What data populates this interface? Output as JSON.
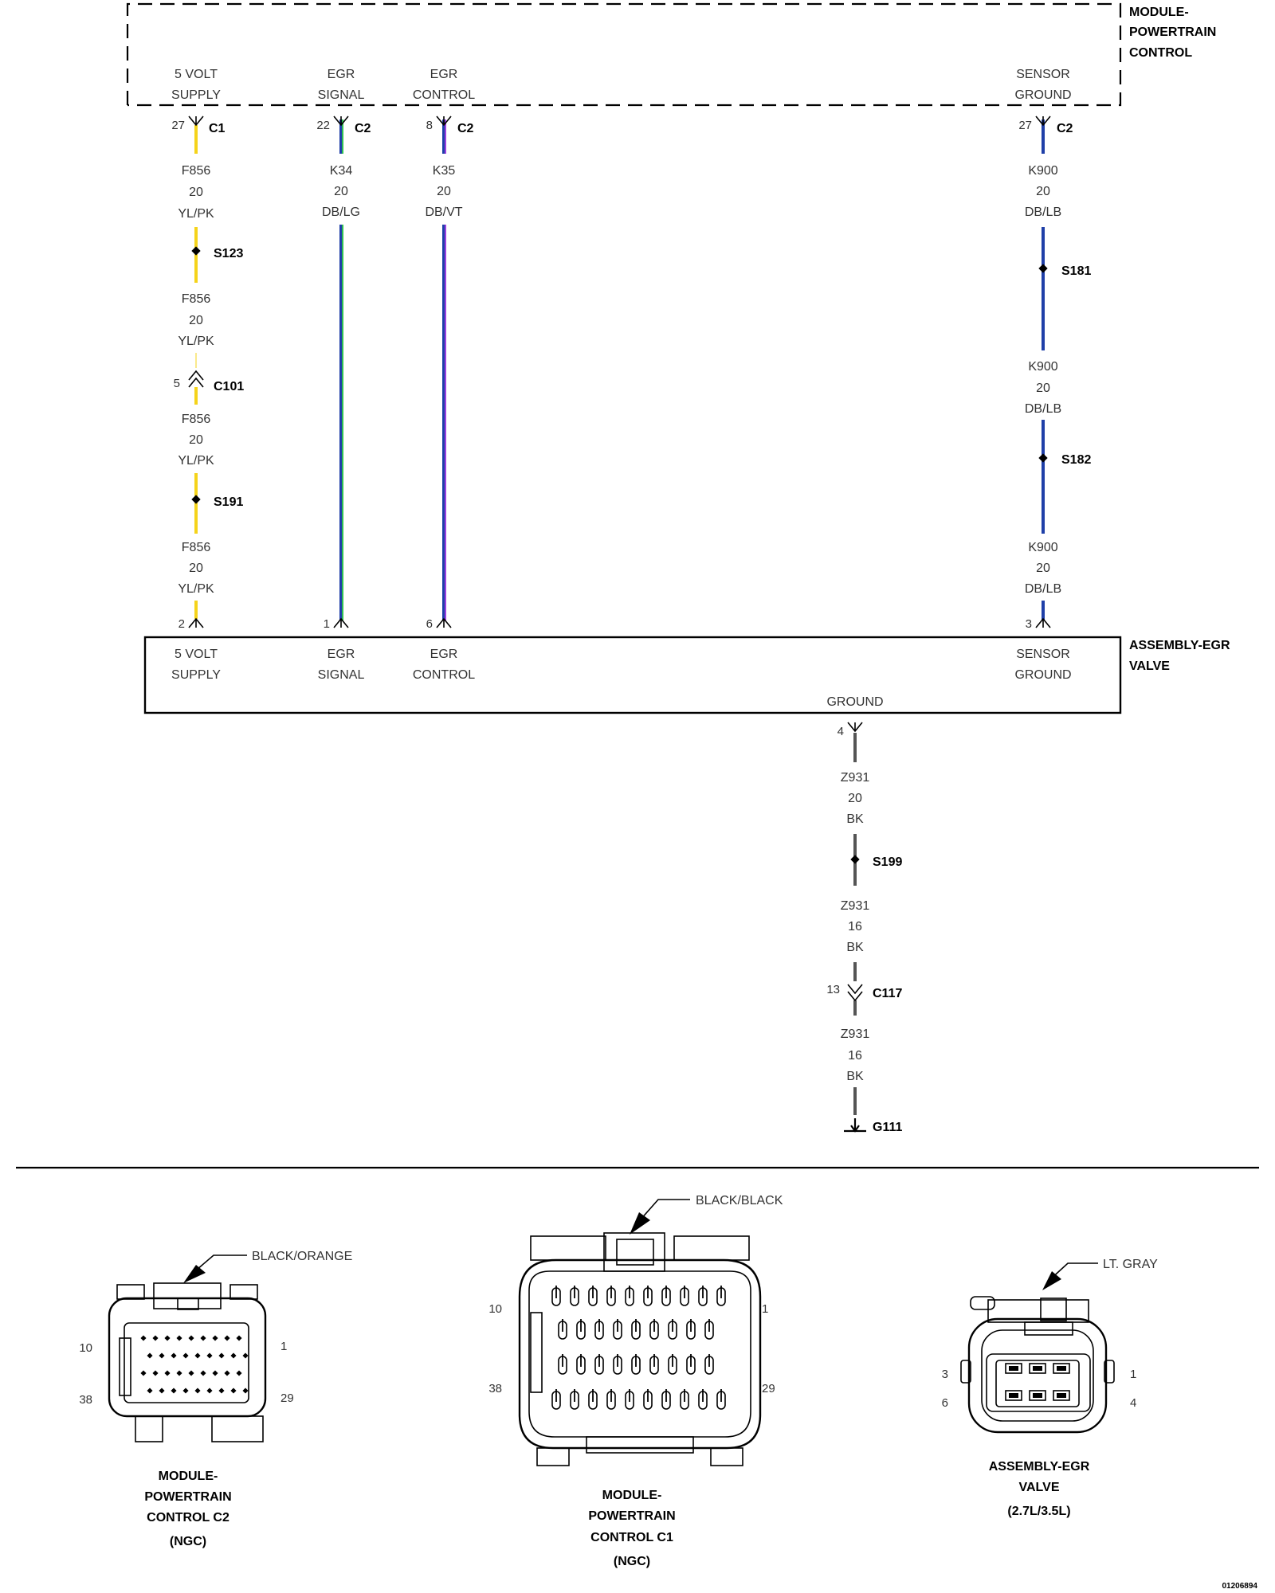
{
  "colors": {
    "yellow": "#f5d31a",
    "blue": "#1f3fa8",
    "green": "#2fbf50",
    "violet": "#9b3fe0",
    "black": "#555555"
  },
  "modules": {
    "pcm": {
      "name_line1": "MODULE-",
      "name_line2": "POWERTRAIN",
      "name_line3": "CONTROL"
    },
    "egr": {
      "name_line1": "ASSEMBLY-EGR",
      "name_line2": "VALVE"
    }
  },
  "pcm_pins": {
    "p1": {
      "line1": "5 VOLT",
      "line2": "SUPPLY"
    },
    "p2": {
      "line1": "EGR",
      "line2": "SIGNAL"
    },
    "p3": {
      "line1": "EGR",
      "line2": "CONTROL"
    },
    "p4": {
      "line1": "SENSOR",
      "line2": "GROUND"
    }
  },
  "egr_pins": {
    "p1": {
      "line1": "5 VOLT",
      "line2": "SUPPLY"
    },
    "p2": {
      "line1": "EGR",
      "line2": "SIGNAL"
    },
    "p3": {
      "line1": "EGR",
      "line2": "CONTROL"
    },
    "p4": {
      "line1": "SENSOR",
      "line2": "GROUND"
    },
    "p5": {
      "line1": "GROUND"
    }
  },
  "top_connectors": {
    "w1": {
      "pin": "27",
      "name": "C1"
    },
    "w2": {
      "pin": "22",
      "name": "C2"
    },
    "w3": {
      "pin": "8",
      "name": "C2"
    },
    "w4": {
      "pin": "27",
      "name": "C2"
    }
  },
  "bottom_pins": {
    "w1": "2",
    "w2": "1",
    "w3": "6",
    "w4": "3",
    "w5": "4"
  },
  "wire_labels": {
    "w1a": {
      "circuit": "F856",
      "gauge": "20",
      "color": "YL/PK"
    },
    "w1b": {
      "circuit": "F856",
      "gauge": "20",
      "color": "YL/PK"
    },
    "w1c": {
      "circuit": "F856",
      "gauge": "20",
      "color": "YL/PK"
    },
    "w1d": {
      "circuit": "F856",
      "gauge": "20",
      "color": "YL/PK"
    },
    "w2": {
      "circuit": "K34",
      "gauge": "20",
      "color": "DB/LG"
    },
    "w3": {
      "circuit": "K35",
      "gauge": "20",
      "color": "DB/VT"
    },
    "w4a": {
      "circuit": "K900",
      "gauge": "20",
      "color": "DB/LB"
    },
    "w4b": {
      "circuit": "K900",
      "gauge": "20",
      "color": "DB/LB"
    },
    "w4c": {
      "circuit": "K900",
      "gauge": "20",
      "color": "DB/LB"
    },
    "w5a": {
      "circuit": "Z931",
      "gauge": "20",
      "color": "BK"
    },
    "w5b": {
      "circuit": "Z931",
      "gauge": "16",
      "color": "BK"
    },
    "w5c": {
      "circuit": "Z931",
      "gauge": "16",
      "color": "BK"
    }
  },
  "splices": {
    "s123": "S123",
    "s191": "S191",
    "s181": "S181",
    "s182": "S182",
    "s199": "S199"
  },
  "inline": {
    "c101": {
      "pin": "5",
      "name": "C101"
    },
    "c117": {
      "pin": "13",
      "name": "C117"
    }
  },
  "ground": "G111",
  "connector_views": {
    "c2": {
      "color": "BLACK/ORANGE",
      "pins_tl": "10",
      "pins_tr": "1",
      "pins_bl": "38",
      "pins_br": "29",
      "line1": "MODULE-",
      "line2": "POWERTRAIN",
      "line3": "CONTROL C2",
      "line4": "(NGC)"
    },
    "c1": {
      "color": "BLACK/BLACK",
      "pins_tl": "10",
      "pins_tr": "1",
      "pins_bl": "38",
      "pins_br": "29",
      "line1": "MODULE-",
      "line2": "POWERTRAIN",
      "line3": "CONTROL C1",
      "line4": "(NGC)"
    },
    "egr": {
      "color": "LT. GRAY",
      "pins_tl": "3",
      "pins_tr": "1",
      "pins_bl": "6",
      "pins_br": "4",
      "line1": "ASSEMBLY-EGR",
      "line2": "VALVE",
      "line3": "(2.7L/3.5L)"
    }
  },
  "drawing_number": "01206894"
}
